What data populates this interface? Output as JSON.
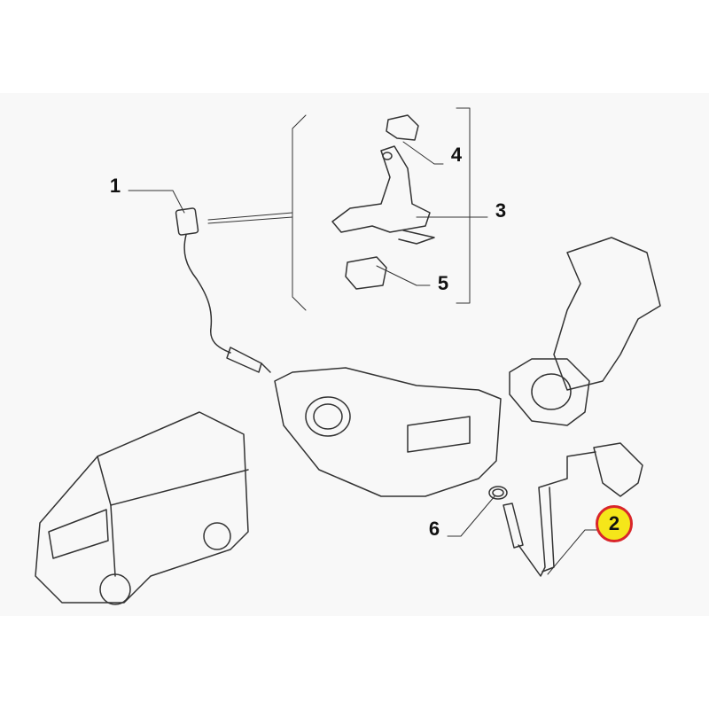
{
  "diagram": {
    "callouts": [
      {
        "id": "1",
        "label": "1"
      },
      {
        "id": "2",
        "label": "2",
        "highlighted": true
      },
      {
        "id": "3",
        "label": "3"
      },
      {
        "id": "4",
        "label": "4"
      },
      {
        "id": "5",
        "label": "5"
      },
      {
        "id": "6",
        "label": "6"
      }
    ],
    "highlight_fill": "#f5e61a",
    "highlight_ring": "#d9262a"
  }
}
